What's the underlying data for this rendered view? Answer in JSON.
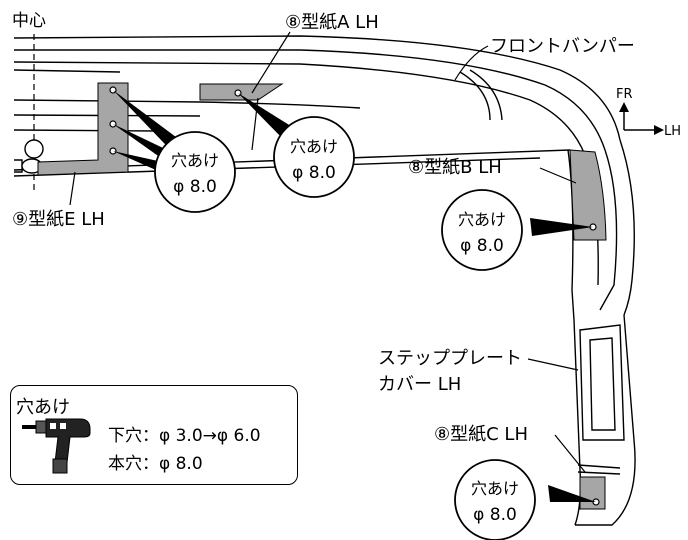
{
  "labels": {
    "center": "中心",
    "front_bumper": "フロントバンパー",
    "direction_fr": "FR",
    "direction_lh": "LH",
    "pattern_a": "⑧型紙A LH",
    "pattern_b": "⑧型紙B LH",
    "pattern_c": "⑧型紙C LH",
    "pattern_e": "⑨型紙E LH",
    "step_plate_line1": "ステッププレート",
    "step_plate_line2": "カバー LH"
  },
  "callouts": [
    {
      "title": "穴あけ",
      "size": "φ 8.0"
    },
    {
      "title": "穴あけ",
      "size": "φ 8.0"
    },
    {
      "title": "穴あけ",
      "size": "φ 8.0"
    },
    {
      "title": "穴あけ",
      "size": "φ 8.0"
    }
  ],
  "legend": {
    "title": "穴あけ",
    "pilot_hole": "下穴：φ 3.0→φ 6.0",
    "final_hole": "本穴：φ 8.0",
    "tool_icon": "drill-icon"
  },
  "colors": {
    "template_fill": "#a6a6a6",
    "line": "#000000"
  }
}
